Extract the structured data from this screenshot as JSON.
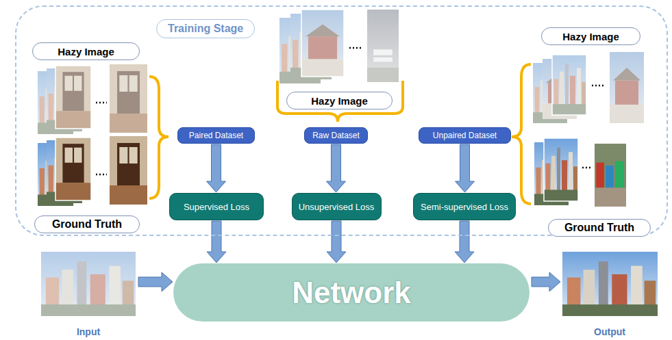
{
  "diagram": {
    "nodes": [
      {
        "text": [
          "Training Stage"
        ]
      },
      {
        "text": [
          "Hazy Image"
        ],
        "in": 0
      },
      {
        "text": [
          "Hazy Image"
        ],
        "in": 0
      },
      {
        "text": [
          "Hazy Image"
        ],
        "in": 0
      },
      {
        "text": [
          "Paired Dataset"
        ],
        "in": 0
      },
      {
        "text": [
          "Raw Dataset"
        ],
        "in": 0
      },
      {
        "text": [
          "Unpaired Dataset"
        ],
        "in": 0
      },
      {
        "text": [
          "Supervised Loss"
        ],
        "in": 0
      },
      {
        "text": [
          "Unsupervised Loss"
        ],
        "in": 0
      },
      {
        "text": [
          "Semi-supervised Loss"
        ],
        "in": 0
      },
      {
        "text": [
          "Ground Truth"
        ],
        "in": 0
      },
      {
        "text": [
          "Ground Truth"
        ],
        "in": 0
      },
      {
        "text": [
          "Network"
        ]
      }
    ],
    "edges": [
      {
        "from": 4,
        "to": 7,
        "arrow": "to"
      },
      {
        "from": 5,
        "to": 8,
        "arrow": "to"
      },
      {
        "from": 6,
        "to": 9,
        "arrow": "to"
      },
      {
        "from": 7,
        "to": 12,
        "arrow": "to"
      },
      {
        "from": 8,
        "to": 12,
        "arrow": "to"
      },
      {
        "from": 9,
        "to": 12,
        "arrow": "to"
      }
    ],
    "labels": [
      "Input",
      "Output"
    ]
  }
}
